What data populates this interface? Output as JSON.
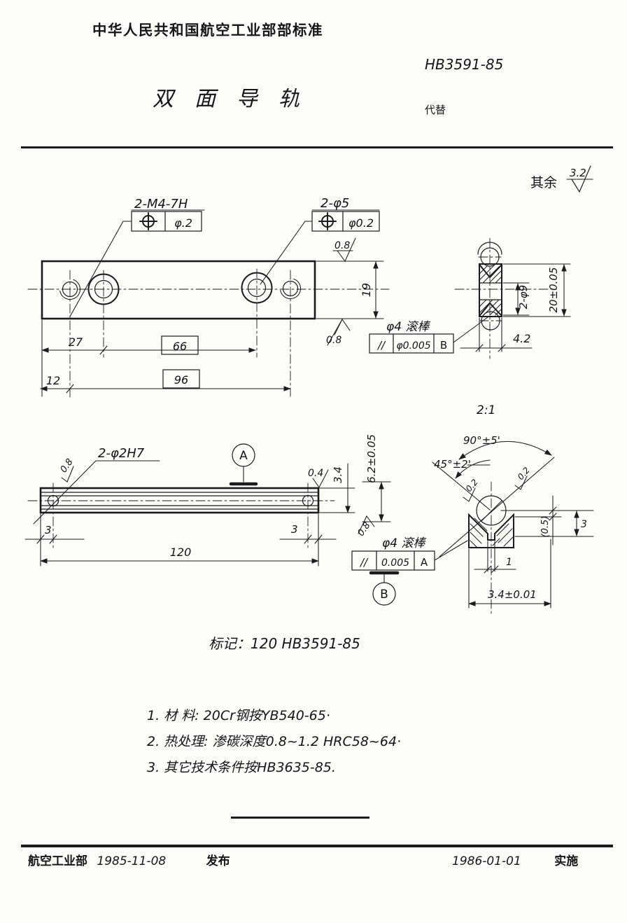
{
  "header": {
    "org_standard": "中华人民共和国航空工业部部标准",
    "standard_no": "HB3591-85",
    "title": "双面导轨",
    "supersedes": "代替"
  },
  "general": {
    "surface_prefix": "其余",
    "surface_value": "3.2",
    "marking": "标记：120  HB3591-85"
  },
  "plan_view": {
    "callout_thread": "2-M4-7H",
    "callout_thread_tol": "φ.2",
    "callout_hole": "2-φ5",
    "callout_hole_tol": "φ0.2",
    "finish_top": "0.8",
    "finish_bottom": "0.8",
    "dim_27": "27",
    "dim_66": "66",
    "dim_12": "12",
    "dim_96": "96",
    "dim_19": "19"
  },
  "section_view": {
    "dim_counterbore": "2-φ9",
    "dim_height": "20±0.05",
    "dim_width": "4.2",
    "roller_label": "φ4 滚棒",
    "tol_symbol": "//",
    "tol_value": "φ0.005",
    "tol_datum": "B"
  },
  "side_view": {
    "callout_holes": "2-φ2H7",
    "finish_left": "0.8",
    "finish_right": "0.4",
    "finish_bottom": "0.8",
    "datum_a": "A",
    "dim_thickness": "3.4",
    "dim_over_rollers": "6.2±0.05",
    "dim_end_left": "3",
    "dim_end_right": "3",
    "dim_length": "120",
    "roller_label": "φ4 滚棒",
    "tol_symbol": "//",
    "tol_value": "0.005",
    "tol_datum": "A",
    "datum_b": "B"
  },
  "detail_view": {
    "scale": "2:1",
    "angle_full": "90°±5'",
    "angle_half": "45°±2'",
    "finish_flank_left": "0.2",
    "finish_flank_right": "0.2",
    "dim_ref": "(0.5)",
    "dim_depth": "3",
    "dim_slot": "1",
    "dim_width": "3.4±0.01"
  },
  "notes": [
    "1.  材  料: 20Cr钢按YB540-65·",
    "2.  热处理: 渗碳深度0.8~1.2 HRC58~64·",
    "3.  其它技术条件按HB3635-85."
  ],
  "footer": {
    "org": "航空工业部",
    "issue_date": "1985-11-08",
    "issue_label": "发布",
    "impl_date": "1986-01-01",
    "impl_label": "实施"
  }
}
